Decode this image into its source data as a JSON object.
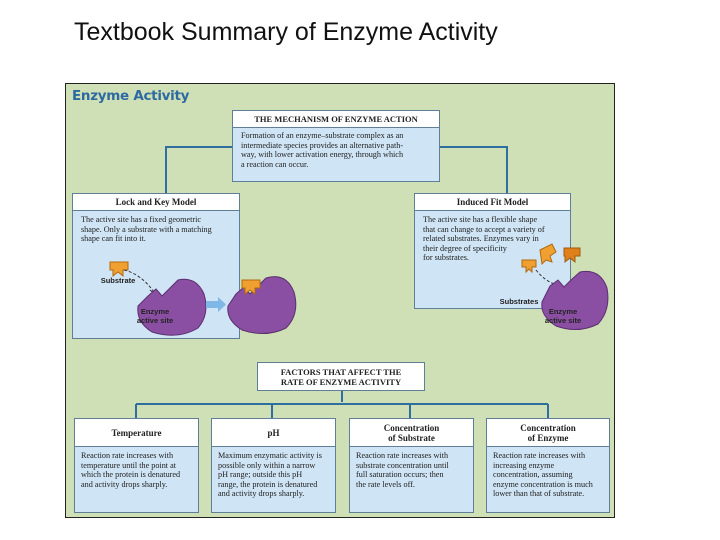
{
  "slide": {
    "title": "Textbook Summary of Enzyme Activity"
  },
  "panel": {
    "title": "Enzyme Activity"
  },
  "mechanism": {
    "title": "THE MECHANISM OF ENZYME ACTION",
    "body": "Formation of an enzyme–substrate complex as an\nintermediate species provides an alternative path-\nway, with lower activation energy, through which\na reaction can occur."
  },
  "lock_key": {
    "title": "Lock and Key Model",
    "body": "The active site has a fixed geometric\nshape. Only a substrate with a matching\nshape can fit into it.",
    "substrate_label": "Substrate",
    "enzyme_label": "Enzyme\nactive site"
  },
  "induced_fit": {
    "title": "Induced Fit Model",
    "body": "The active site has a flexible shape\nthat can change to accept a variety of\nrelated substrates. Enzymes vary in\ntheir degree of specificity\nfor substrates.",
    "substrates_label": "Substrates",
    "enzyme_label": "Enzyme\nactive site"
  },
  "factors": {
    "title": "FACTORS THAT AFFECT THE\nRATE OF ENZYME ACTIVITY"
  },
  "factor_boxes": [
    {
      "title": "Temperature",
      "body": "Reaction rate increases with\ntemperature until the point at\nwhich the protein is denatured\nand activity drops sharply."
    },
    {
      "title": "pH",
      "body": "Maximum enzymatic activity is\npossible only within a narrow\npH range; outside this pH\nrange, the protein is denatured\nand activity drops sharply."
    },
    {
      "title": "Concentration\nof Substrate",
      "body": "Reaction rate increases with\nsubstrate concentration until\nfull saturation occurs; then\nthe rate levels off."
    },
    {
      "title": "Concentration\nof Enzyme",
      "body": "Reaction rate increases with\nincreasing enzyme\nconcentration, assuming\nenzyme concentration is much\nlower than that of substrate."
    }
  ],
  "colors": {
    "panel_bg": "#cfe0b6",
    "box_bg": "#cfe4f4",
    "title_blue": "#2e6aa2",
    "enzyme_purple": "#8a4fa3",
    "substrate_orange": "#f0a030"
  }
}
